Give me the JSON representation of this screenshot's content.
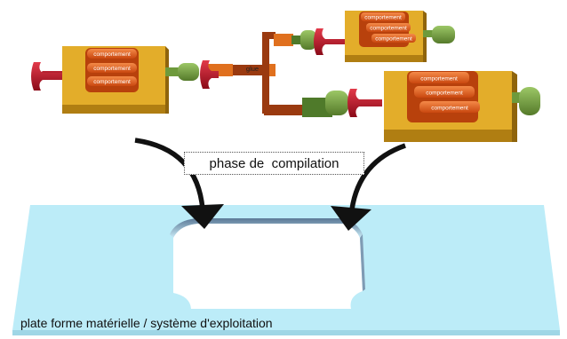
{
  "diagram": {
    "component_a": {
      "behaviors": [
        "comportement",
        "comportement",
        "comportement"
      ]
    },
    "component_b": {
      "behaviors": [
        "comportement",
        "comportement",
        "comportement"
      ]
    },
    "component_c": {
      "behaviors": [
        "comportement",
        "comportement",
        "comportement"
      ]
    },
    "glue_label": "glue",
    "phase_label": "phase de  compilation",
    "platform_label": "plate forme matérielle / système d'exploitation",
    "colors": {
      "component_top": "#e3ad2a",
      "component_side": "#b07e12",
      "behavior": "#e8621e",
      "connector_red": "#c41228",
      "connector_green": "#6e9a3c",
      "glue_orange": "#e0701e",
      "glue_brown": "#9a3a10",
      "platform": "#bcecf8",
      "arrow": "#111111"
    }
  }
}
